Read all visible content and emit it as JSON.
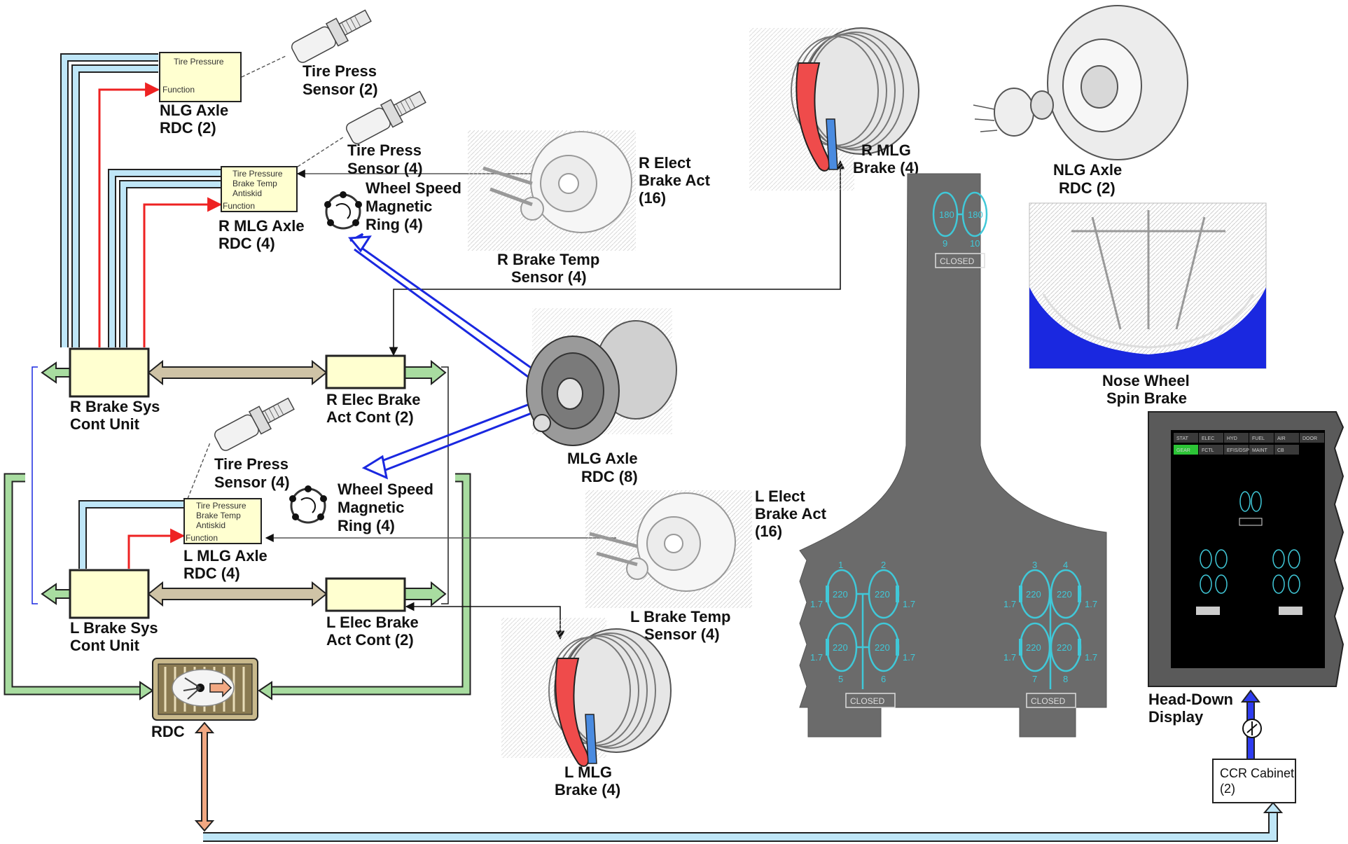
{
  "units": {
    "nlg_rdc": {
      "l1": "Tire Pressure",
      "l2": "Function",
      "cap1": "NLG Axle",
      "cap2": "RDC (2)"
    },
    "r_mlg_rdc": {
      "l1": "Tire Pressure",
      "l2": "Brake Temp",
      "l3": "Antiskid",
      "l4": "Function",
      "cap1": "R MLG Axle",
      "cap2": "RDC (4)"
    },
    "l_mlg_rdc": {
      "l1": "Tire Pressure",
      "l2": "Brake Temp",
      "l3": "Antiskid",
      "l4": "Function",
      "cap1": "L MLG Axle",
      "cap2": "RDC (4)"
    },
    "r_bscu": {
      "cap1": "R Brake Sys",
      "cap2": "Cont Unit"
    },
    "l_bscu": {
      "cap1": "L Brake Sys",
      "cap2": "Cont Unit"
    },
    "r_ebac": {
      "cap1": "R Elec Brake",
      "cap2": "Act Cont (2)"
    },
    "l_ebac": {
      "cap1": "L Elec Brake",
      "cap2": "Act Cont (2)"
    },
    "rdc": {
      "cap": "RDC"
    },
    "ccr": {
      "l1": "CCR Cabinet",
      "l2": "(2)"
    }
  },
  "components": {
    "tps_nlg": {
      "l1": "Tire Press",
      "l2": "Sensor (2)"
    },
    "tps_r": {
      "l1": "Tire Press",
      "l2": "Sensor (4)"
    },
    "tps_l": {
      "l1": "Tire Press",
      "l2": "Sensor (4)"
    },
    "wsr_r": {
      "l1": "Wheel Speed",
      "l2": "Magnetic",
      "l3": "Ring (4)"
    },
    "wsr_l": {
      "l1": "Wheel Speed",
      "l2": "Magnetic",
      "l3": "Ring (4)"
    },
    "r_eba": {
      "l1": "R Elect",
      "l2": "Brake Act",
      "l3": "(16)"
    },
    "l_eba": {
      "l1": "L Elect",
      "l2": "Brake Act",
      "l3": "(16)"
    },
    "r_bts": {
      "l1": "R Brake Temp",
      "l2": "Sensor (4)"
    },
    "l_bts": {
      "l1": "L Brake Temp",
      "l2": "Sensor (4)"
    },
    "mlg_rdc": {
      "l1": "MLG Axle",
      "l2": "RDC (8)"
    },
    "r_mlg_brake": {
      "l1": "R MLG",
      "l2": "Brake (4)"
    },
    "l_mlg_brake": {
      "l1": "L MLG",
      "l2": "Brake (4)"
    },
    "nlg_rdc_pic": {
      "l1": "NLG Axle",
      "l2": "RDC (2)"
    },
    "nws": {
      "l1": "Nose Wheel",
      "l2": "Spin Brake"
    },
    "hdd": {
      "l1": "Head-Down",
      "l2": "Display"
    }
  },
  "synoptic": {
    "nose_left_value": "180",
    "nose_right_value": "180",
    "nose_left_num": "9",
    "nose_right_num": "10",
    "nose_status": "CLOSED",
    "tire_value": "220",
    "pressure_value": "1.7",
    "left_numbers": [
      "1",
      "2",
      "5",
      "6"
    ],
    "right_numbers": [
      "3",
      "4",
      "7",
      "8"
    ],
    "left_status": "CLOSED",
    "right_status": "CLOSED"
  },
  "hdd_tabs": [
    "STAT",
    "ELEC",
    "HYD",
    "FUEL",
    "AIR",
    "DOOR",
    "GEAR",
    "FCTL",
    "EFIS/DSP",
    "MAINT",
    "CB"
  ],
  "colors": {
    "bus_light_blue": "#bfe6f7",
    "bus_green": "#a8dca0",
    "bus_tan": "#cfc3a6",
    "bus_orange": "#f2a882",
    "data_red": "#ee2222",
    "ring_blue": "#1a28e0",
    "synoptic_cyan": "#40c8d8",
    "synoptic_gray": "#6b6b6b",
    "hdd_green": "#2cc436"
  }
}
